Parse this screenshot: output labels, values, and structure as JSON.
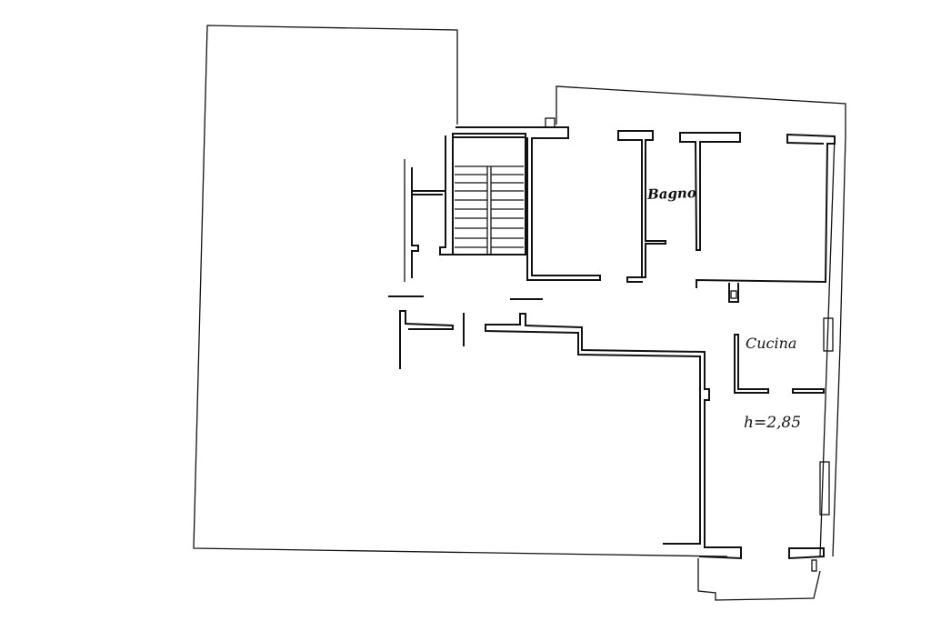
{
  "drawing": {
    "type": "floor-plan",
    "style": "hand-drafted black line on white",
    "stroke_color": "#111111",
    "background": "#ffffff"
  },
  "rooms": {
    "bathroom": {
      "label": "Bagno"
    },
    "kitchen": {
      "label": "Cucina"
    }
  },
  "annotations": {
    "ceiling_height": "h=2,85"
  }
}
